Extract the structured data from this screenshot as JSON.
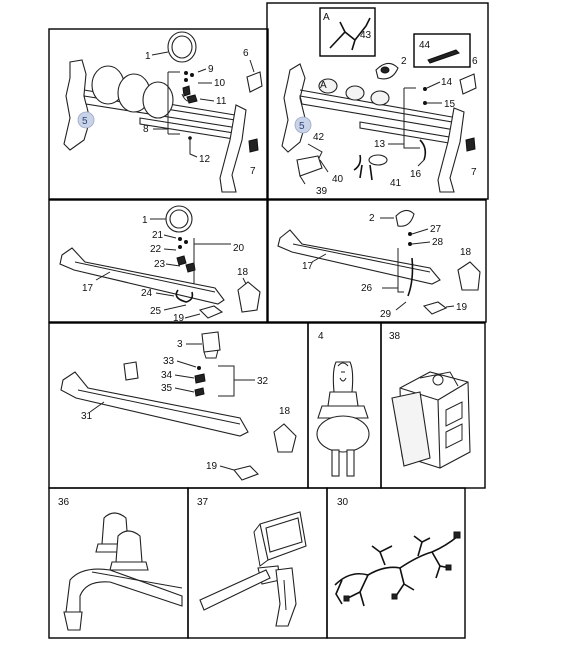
{
  "panels": {
    "p1": {
      "labels": [
        "1",
        "6",
        "9",
        "10",
        "11",
        "8",
        "5",
        "12",
        "7"
      ]
    },
    "p2": {
      "letter_a": "A",
      "labels": [
        "43",
        "44",
        "2",
        "6",
        "14",
        "15",
        "5",
        "13",
        "16",
        "7",
        "42",
        "40",
        "41",
        "39"
      ],
      "letter_a2": "A"
    },
    "p3": {
      "labels": [
        "1",
        "21",
        "20",
        "22",
        "23",
        "17",
        "18",
        "24",
        "25",
        "19"
      ]
    },
    "p4": {
      "labels": [
        "2",
        "27",
        "28",
        "18",
        "17",
        "26",
        "29",
        "19"
      ]
    },
    "p5": {
      "labels": [
        "3",
        "33",
        "34",
        "35",
        "32",
        "31",
        "18",
        "19"
      ]
    },
    "p6": {
      "labels": [
        "4"
      ]
    },
    "p7": {
      "labels": [
        "38"
      ]
    },
    "p8": {
      "labels": [
        "36"
      ]
    },
    "p9": {
      "labels": [
        "37"
      ]
    },
    "p10": {
      "labels": [
        "30"
      ]
    }
  }
}
